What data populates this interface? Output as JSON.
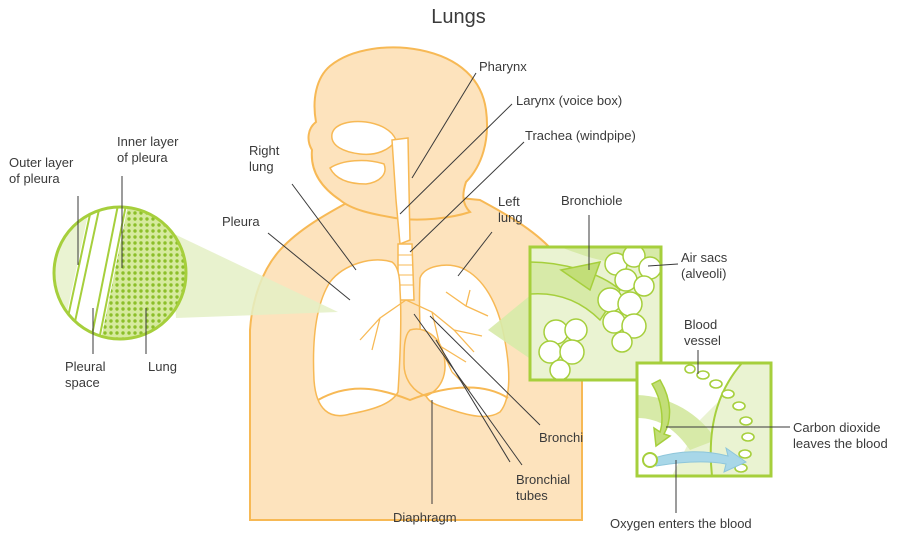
{
  "title": "Lungs",
  "labels": {
    "pharynx": "Pharynx",
    "larynx": "Larynx (voice box)",
    "trachea": "Trachea (windpipe)",
    "right_lung": "Right\nlung",
    "left_lung": "Left\nlung",
    "pleura": "Pleura",
    "outer_layer": "Outer layer\nof pleura",
    "inner_layer": "Inner layer\nof pleura",
    "pleural_space": "Pleural\nspace",
    "lung": "Lung",
    "bronchiole": "Bronchiole",
    "air_sacs": "Air sacs\n(alveoli)",
    "blood_vessel": "Blood\nvessel",
    "carbon_dioxide": "Carbon dioxide\nleaves the blood",
    "bronchi": "Bronchi",
    "bronchial_tubes": "Bronchial\ntubes",
    "diaphragm": "Diaphragm",
    "oxygen": "Oxygen enters the blood"
  },
  "colors": {
    "body_fill": "#fde3bd",
    "body_stroke": "#f7b955",
    "lung_fill": "#ffffff",
    "green": "#a6cf3c",
    "green_fill": "#eaf3d2",
    "blue": "#a8d7e8",
    "line": "#3a3a3a"
  }
}
